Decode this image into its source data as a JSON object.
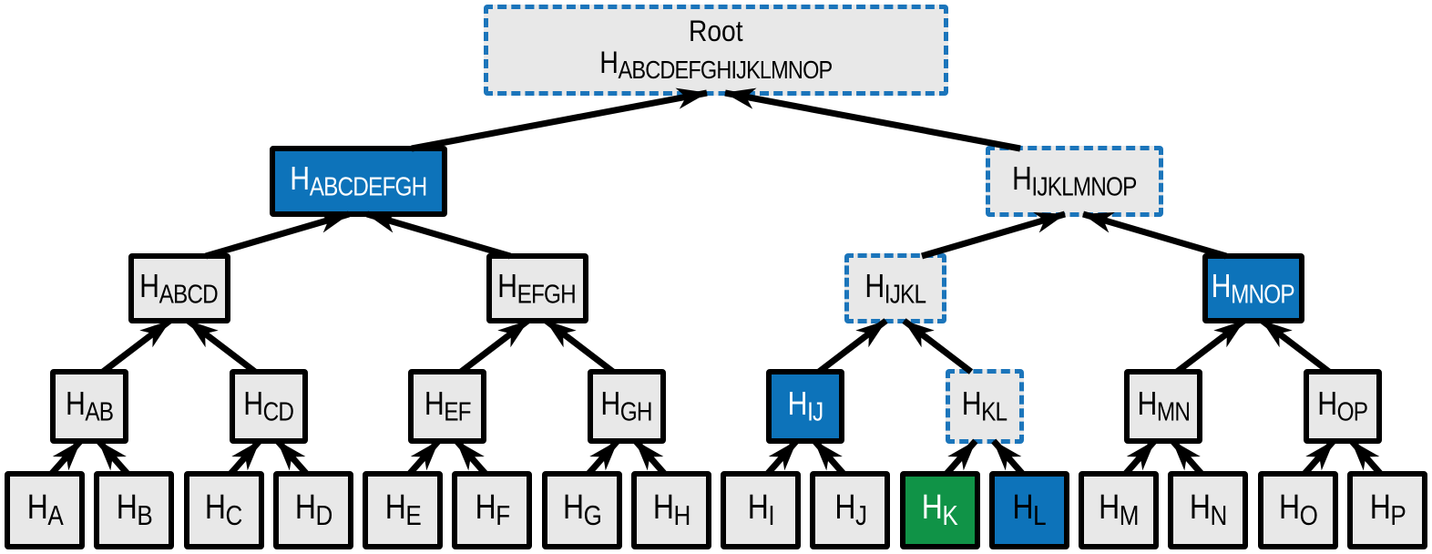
{
  "colors": {
    "background": "#ffffff",
    "solid_blue": "#0d73ba",
    "solid_green": "#109347",
    "gray_fill": "#e8e8e8",
    "dashed_border_blue": "#1b75bb",
    "solid_border_black": "#000000",
    "arrow_black": "#000000",
    "text_dark": "#000000",
    "text_light": "#ffffff"
  },
  "tree": {
    "hash_prefix": "H",
    "root_title": "Root",
    "nodes": [
      {
        "id": "h-a",
        "level": 0,
        "style": "gray",
        "sub": "A"
      },
      {
        "id": "h-b",
        "level": 0,
        "style": "gray",
        "sub": "B"
      },
      {
        "id": "h-c",
        "level": 0,
        "style": "gray",
        "sub": "C"
      },
      {
        "id": "h-d",
        "level": 0,
        "style": "gray",
        "sub": "D"
      },
      {
        "id": "h-e",
        "level": 0,
        "style": "gray",
        "sub": "E"
      },
      {
        "id": "h-f",
        "level": 0,
        "style": "gray",
        "sub": "F"
      },
      {
        "id": "h-g",
        "level": 0,
        "style": "gray",
        "sub": "G"
      },
      {
        "id": "h-h",
        "level": 0,
        "style": "gray",
        "sub": "H"
      },
      {
        "id": "h-i",
        "level": 0,
        "style": "gray",
        "sub": "I"
      },
      {
        "id": "h-j",
        "level": 0,
        "style": "gray",
        "sub": "J"
      },
      {
        "id": "h-k",
        "level": 0,
        "style": "green",
        "sub": "K"
      },
      {
        "id": "h-l",
        "level": 0,
        "style": "blue-dark",
        "sub": "L"
      },
      {
        "id": "h-m",
        "level": 0,
        "style": "gray",
        "sub": "M"
      },
      {
        "id": "h-n",
        "level": 0,
        "style": "gray",
        "sub": "N"
      },
      {
        "id": "h-o",
        "level": 0,
        "style": "gray",
        "sub": "O"
      },
      {
        "id": "h-p",
        "level": 0,
        "style": "gray",
        "sub": "P"
      },
      {
        "id": "h-ab",
        "level": 1,
        "style": "gray",
        "sub": "AB"
      },
      {
        "id": "h-cd",
        "level": 1,
        "style": "gray",
        "sub": "CD"
      },
      {
        "id": "h-ef",
        "level": 1,
        "style": "gray",
        "sub": "EF"
      },
      {
        "id": "h-gh",
        "level": 1,
        "style": "gray",
        "sub": "GH"
      },
      {
        "id": "h-ij",
        "level": 1,
        "style": "blue",
        "sub": "IJ"
      },
      {
        "id": "h-kl",
        "level": 1,
        "style": "dashed",
        "sub": "KL"
      },
      {
        "id": "h-mn",
        "level": 1,
        "style": "gray",
        "sub": "MN"
      },
      {
        "id": "h-op",
        "level": 1,
        "style": "gray",
        "sub": "OP"
      },
      {
        "id": "h-abcd",
        "level": 2,
        "style": "gray",
        "sub": "ABCD"
      },
      {
        "id": "h-efgh",
        "level": 2,
        "style": "gray",
        "sub": "EFGH"
      },
      {
        "id": "h-ijkl",
        "level": 2,
        "style": "dashed",
        "sub": "IJKL"
      },
      {
        "id": "h-mnop",
        "level": 2,
        "style": "blue",
        "sub": "MNOP"
      },
      {
        "id": "h-abcdefgh",
        "level": 3,
        "style": "blue",
        "sub": "ABCDEFGH"
      },
      {
        "id": "h-ijklmnop",
        "level": 3,
        "style": "dashed",
        "sub": "IJKLMNOP"
      },
      {
        "id": "root",
        "level": 4,
        "style": "dashed",
        "sub": "ABCDEFGHIJKLMNOP",
        "line1": "Root"
      }
    ],
    "edges": [
      [
        "h-a",
        "h-ab"
      ],
      [
        "h-b",
        "h-ab"
      ],
      [
        "h-c",
        "h-cd"
      ],
      [
        "h-d",
        "h-cd"
      ],
      [
        "h-e",
        "h-ef"
      ],
      [
        "h-f",
        "h-ef"
      ],
      [
        "h-g",
        "h-gh"
      ],
      [
        "h-h",
        "h-gh"
      ],
      [
        "h-i",
        "h-ij"
      ],
      [
        "h-j",
        "h-ij"
      ],
      [
        "h-k",
        "h-kl"
      ],
      [
        "h-l",
        "h-kl"
      ],
      [
        "h-m",
        "h-mn"
      ],
      [
        "h-n",
        "h-mn"
      ],
      [
        "h-o",
        "h-op"
      ],
      [
        "h-p",
        "h-op"
      ],
      [
        "h-ab",
        "h-abcd"
      ],
      [
        "h-cd",
        "h-abcd"
      ],
      [
        "h-ef",
        "h-efgh"
      ],
      [
        "h-gh",
        "h-efgh"
      ],
      [
        "h-ij",
        "h-ijkl"
      ],
      [
        "h-kl",
        "h-ijkl"
      ],
      [
        "h-mn",
        "h-mnop"
      ],
      [
        "h-op",
        "h-mnop"
      ],
      [
        "h-abcd",
        "h-abcdefgh"
      ],
      [
        "h-efgh",
        "h-abcdefgh"
      ],
      [
        "h-ijkl",
        "h-ijklmnop"
      ],
      [
        "h-mnop",
        "h-ijklmnop"
      ],
      [
        "h-abcdefgh",
        "root"
      ],
      [
        "h-ijklmnop",
        "root"
      ]
    ]
  }
}
